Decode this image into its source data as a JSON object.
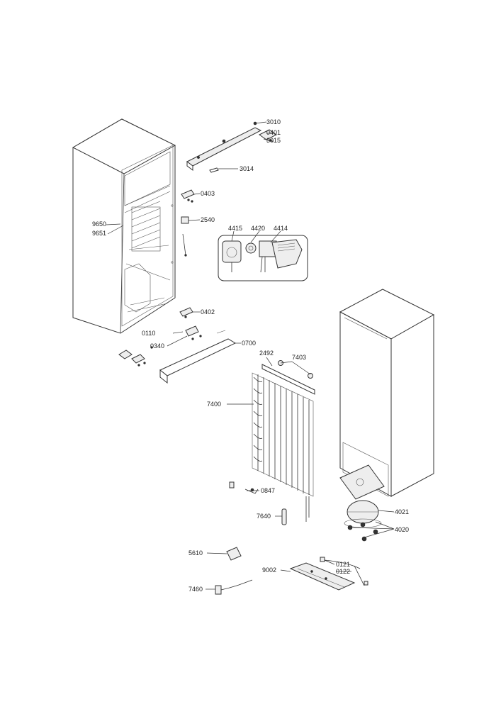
{
  "labels": {
    "p3010": "3010",
    "p0401": "0401",
    "p3015": "3015",
    "p3014": "3014",
    "p0403": "0403",
    "p2540": "2540",
    "p9650": "9650",
    "p9651": "9651",
    "p4415": "4415",
    "p4420": "4420",
    "p4414": "4414",
    "p0402": "0402",
    "p0110": "0110",
    "p0340": "0340",
    "p0700": "0700",
    "p2492": "2492",
    "p7403": "7403",
    "p7400": "7400",
    "p0847": "0847",
    "p4021": "4021",
    "p7640": "7640",
    "p4020": "4020",
    "p5610": "5610",
    "p0121": "0121",
    "p0122": "0122",
    "p9002": "9002",
    "p7460": "7460"
  },
  "colors": {
    "line": "#333333",
    "background": "#ffffff"
  }
}
